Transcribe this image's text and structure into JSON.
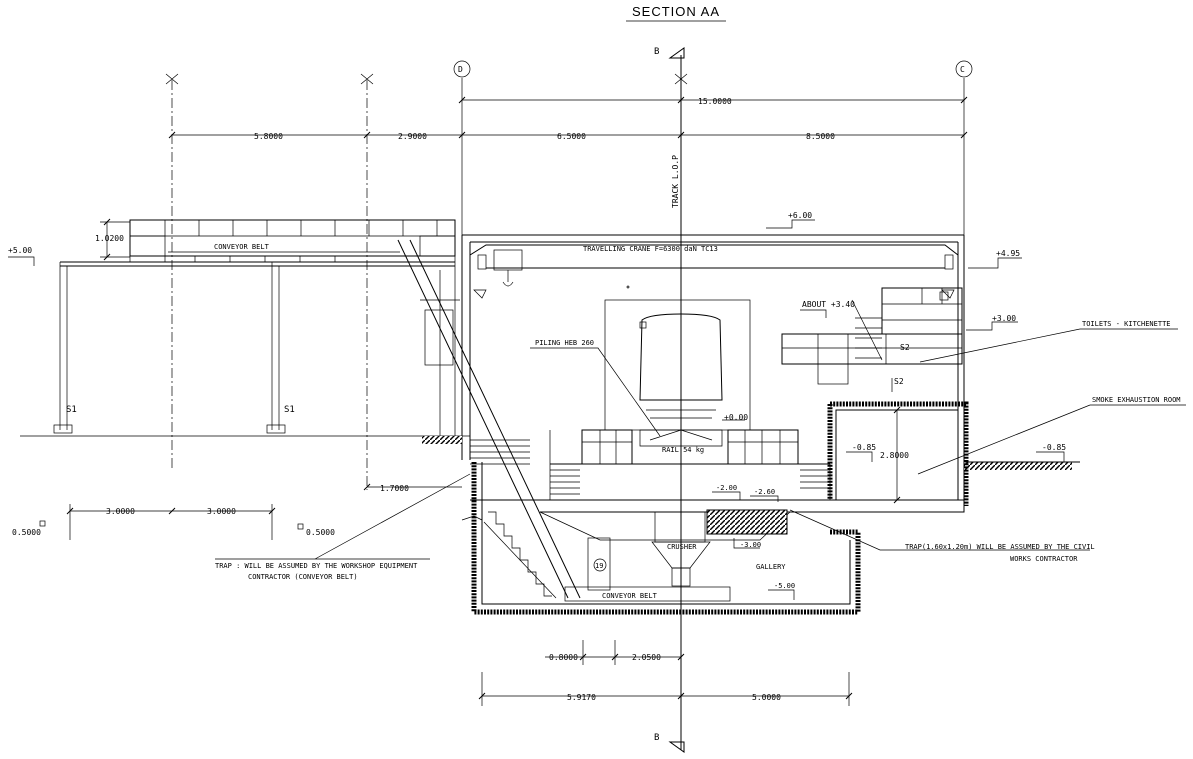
{
  "title": "SECTION AA",
  "grid": {
    "d": "D",
    "c": "C",
    "b_top": "B",
    "b_bottom": "B"
  },
  "dims": {
    "total": "15.0000",
    "d1": "5.8000",
    "d2": "2.9000",
    "d3": "6.5000",
    "d4": "8.5000",
    "height": "1.0200",
    "post1": "3.0000",
    "post2": "3.0000",
    "off_left": "0.5000",
    "off_right": "0.5000",
    "step": "1.7000",
    "room_h": "2.8000",
    "low1": "0.8000",
    "low2": "2.0500",
    "base_l": "5.9170",
    "base_r": "5.0000"
  },
  "levels": {
    "top": "+6.00",
    "left": "+5.00",
    "right": "+4.95",
    "about": "ABOUT +3.40",
    "plus3": "+3.00",
    "zero": "+0.00",
    "m085a": "-0.85",
    "m085b": "-0.85",
    "m200": "-2.00",
    "m260": "-2.60",
    "m300": "-3.00",
    "m500": "-5.00"
  },
  "labels": {
    "conveyor_top": "CONVEYOR BELT",
    "crane": "TRAVELLING CRANE F=6300 daN TC13",
    "track": "TRACK L.O.P",
    "piling": "PILING HEB 260",
    "rail": "RAIL 54 kg",
    "toilets": "TOILETS - KITCHENETTE",
    "smoke": "SMOKE EXHAUSTION ROOM",
    "s1a": "S1",
    "s1b": "S1",
    "s2a": "S2",
    "s2b": "S2",
    "crusher": "CRUSHER",
    "gallery": "GALLERY",
    "conveyor_low": "CONVEYOR BELT",
    "trap_left_1": "TRAP : WILL BE ASSUMED BY THE WORKSHOP EQUIPMENT",
    "trap_left_2": "CONTRACTOR (CONVEYOR BELT)",
    "trap_right_1": "TRAP(1.60x1.20m) WILL BE ASSUMED BY THE CIVIL",
    "trap_right_2": "WORKS CONTRACTOR",
    "m19": "19"
  }
}
